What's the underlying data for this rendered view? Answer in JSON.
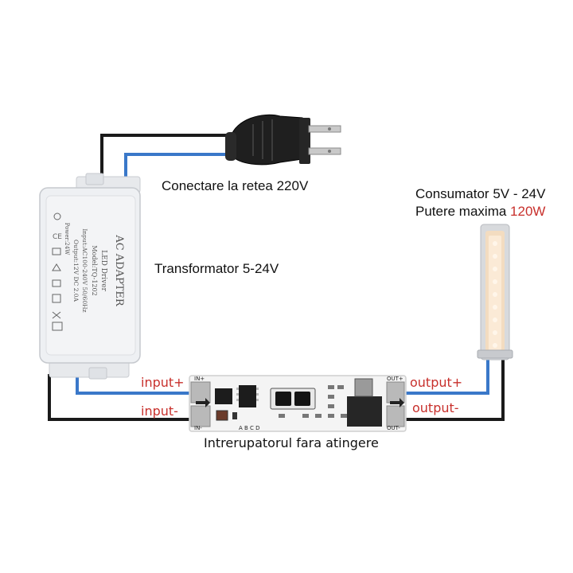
{
  "labels": {
    "mains": "Conectare la retea 220V",
    "transformer": "Transformator 5-24V",
    "consumer_line1": "Consumator 5V - 24V",
    "consumer_line2_prefix": "Putere maxima ",
    "consumer_line2_value": "120W",
    "input_plus": "input+",
    "input_minus": "input-",
    "output_plus": "output+",
    "output_minus": "output-",
    "switch": "Intrerupatorul fara atingere"
  },
  "adapter": {
    "title": "AC ADAPTER",
    "subtitle": "LED Driver",
    "model": "Model:TQ-1202",
    "input": "Input:AC100-240V 50/60Hz",
    "output": "Output:12V DC 2.0A",
    "power": "Power:24W"
  },
  "board": {
    "in_plus": "IN+",
    "in_minus": "IN-",
    "out_plus": "OUT+",
    "out_minus": "OUT-",
    "abcd": "A B C D"
  },
  "colors": {
    "wire_black": "#1a1a1a",
    "wire_blue": "#3a78c9",
    "accent_red": "#c8302c",
    "adapter_body": "#eef0f3",
    "board_body": "#f4f4f4",
    "lamp_glow": "#f3dcc0"
  }
}
